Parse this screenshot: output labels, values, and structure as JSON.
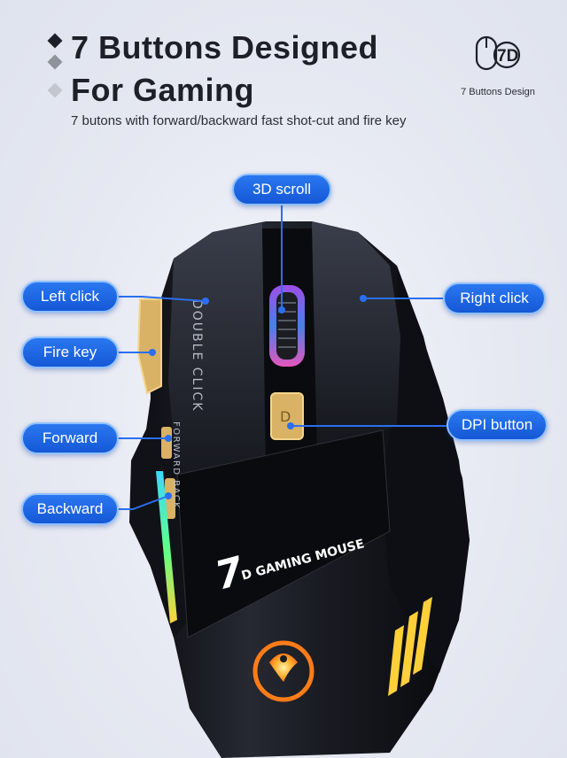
{
  "header": {
    "title_line1": "7 Buttons Designed",
    "title_line2": "For Gaming",
    "subtitle": "7 butons with forward/backward fast shot-cut and fire key"
  },
  "badge": {
    "icon_text": "7D",
    "caption": "7 Buttons Design"
  },
  "callouts": {
    "scroll": "3D scroll",
    "left_click": "Left click",
    "right_click": "Right click",
    "fire_key": "Fire key",
    "dpi_button": "DPI button",
    "forward": "Forward",
    "backward": "Backward"
  },
  "mouse_labels": {
    "double_click": "DOUBLE CLICK",
    "forward_back": "FORWARD BACK",
    "brand_number": "7",
    "brand_text": "D GAMING MOUSE",
    "dpi_mark": "D"
  },
  "colors": {
    "callout_fill": "#1a63e3",
    "callout_border": "#8ec0ff",
    "title": "#1e2029",
    "mouse_body": "#14161c",
    "rgb_glow_left": "#3fd6ff",
    "rgb_glow_right": "#ffd23a"
  }
}
